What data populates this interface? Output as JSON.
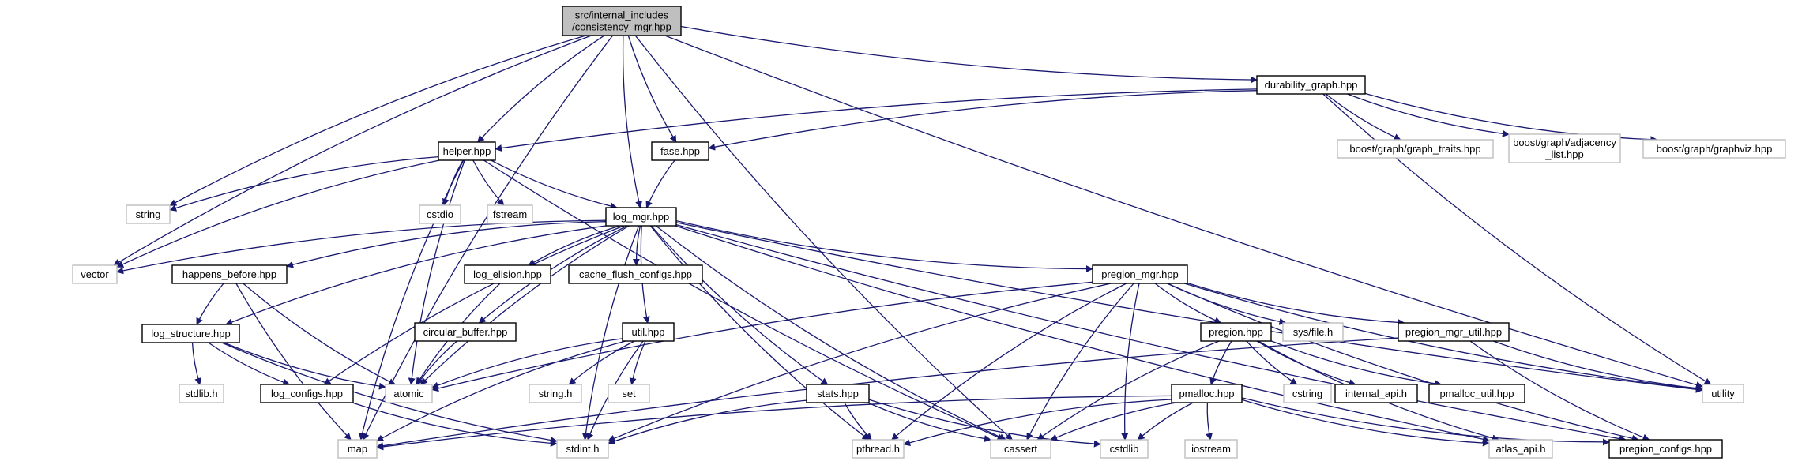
{
  "colors": {
    "edge": "#191970",
    "root_fill": "#bfbfbf",
    "root_border": "#000000",
    "doc_fill": "#ffffff",
    "doc_border": "#000000",
    "ext_fill": "#ffffff",
    "ext_border": "#bfbfbf",
    "ext_text": "#404040"
  },
  "nodes": {
    "root": {
      "lines": [
        "src/internal_includes",
        "/consistency_mgr.hpp"
      ],
      "kind": "root"
    },
    "durability_graph": {
      "lines": [
        "durability_graph.hpp"
      ],
      "kind": "doc"
    },
    "helper": {
      "lines": [
        "helper.hpp"
      ],
      "kind": "doc"
    },
    "fase": {
      "lines": [
        "fase.hpp"
      ],
      "kind": "doc"
    },
    "log_mgr": {
      "lines": [
        "log_mgr.hpp"
      ],
      "kind": "doc"
    },
    "graph_traits": {
      "lines": [
        "boost/graph/graph_traits.hpp"
      ],
      "kind": "ext"
    },
    "adjacency_list": {
      "lines": [
        "boost/graph/adjacency",
        "_list.hpp"
      ],
      "kind": "ext"
    },
    "graphviz": {
      "lines": [
        "boost/graph/graphviz.hpp"
      ],
      "kind": "ext"
    },
    "string": {
      "lines": [
        "string"
      ],
      "kind": "ext"
    },
    "cstdio": {
      "lines": [
        "cstdio"
      ],
      "kind": "ext"
    },
    "fstream": {
      "lines": [
        "fstream"
      ],
      "kind": "ext"
    },
    "vector": {
      "lines": [
        "vector"
      ],
      "kind": "ext"
    },
    "happens_before": {
      "lines": [
        "happens_before.hpp"
      ],
      "kind": "doc"
    },
    "log_elision": {
      "lines": [
        "log_elision.hpp"
      ],
      "kind": "doc"
    },
    "cache_flush_configs": {
      "lines": [
        "cache_flush_configs.hpp"
      ],
      "kind": "doc"
    },
    "pregion_mgr": {
      "lines": [
        "pregion_mgr.hpp"
      ],
      "kind": "doc"
    },
    "log_structure": {
      "lines": [
        "log_structure.hpp"
      ],
      "kind": "doc"
    },
    "circular_buffer": {
      "lines": [
        "circular_buffer.hpp"
      ],
      "kind": "doc"
    },
    "util": {
      "lines": [
        "util.hpp"
      ],
      "kind": "doc"
    },
    "pregion": {
      "lines": [
        "pregion.hpp"
      ],
      "kind": "doc"
    },
    "sys_file": {
      "lines": [
        "sys/file.h"
      ],
      "kind": "ext"
    },
    "pregion_mgr_util": {
      "lines": [
        "pregion_mgr_util.hpp"
      ],
      "kind": "doc"
    },
    "utility": {
      "lines": [
        "utility"
      ],
      "kind": "ext"
    },
    "stdlib": {
      "lines": [
        "stdlib.h"
      ],
      "kind": "ext"
    },
    "log_configs": {
      "lines": [
        "log_configs.hpp"
      ],
      "kind": "doc"
    },
    "atomic": {
      "lines": [
        "atomic"
      ],
      "kind": "ext"
    },
    "string_h": {
      "lines": [
        "string.h"
      ],
      "kind": "ext"
    },
    "set": {
      "lines": [
        "set"
      ],
      "kind": "ext"
    },
    "stats": {
      "lines": [
        "stats.hpp"
      ],
      "kind": "doc"
    },
    "cstring": {
      "lines": [
        "cstring"
      ],
      "kind": "ext"
    },
    "internal_api": {
      "lines": [
        "internal_api.h"
      ],
      "kind": "doc"
    },
    "pmalloc_util": {
      "lines": [
        "pmalloc_util.hpp"
      ],
      "kind": "doc"
    },
    "pmalloc": {
      "lines": [
        "pmalloc.hpp"
      ],
      "kind": "doc"
    },
    "map": {
      "lines": [
        "map"
      ],
      "kind": "ext"
    },
    "stdint": {
      "lines": [
        "stdint.h"
      ],
      "kind": "ext"
    },
    "pthread": {
      "lines": [
        "pthread.h"
      ],
      "kind": "ext"
    },
    "cassert": {
      "lines": [
        "cassert"
      ],
      "kind": "ext"
    },
    "cstdlib": {
      "lines": [
        "cstdlib"
      ],
      "kind": "ext"
    },
    "iostream": {
      "lines": [
        "iostream"
      ],
      "kind": "ext"
    },
    "atlas_api": {
      "lines": [
        "atlas_api.h"
      ],
      "kind": "ext"
    },
    "pregion_configs": {
      "lines": [
        "pregion_configs.hpp"
      ],
      "kind": "doc"
    }
  },
  "edges": [
    [
      "root",
      "durability_graph"
    ],
    [
      "root",
      "helper"
    ],
    [
      "root",
      "fase"
    ],
    [
      "root",
      "log_mgr"
    ],
    [
      "root",
      "string"
    ],
    [
      "root",
      "vector"
    ],
    [
      "root",
      "map"
    ],
    [
      "root",
      "cassert"
    ],
    [
      "root",
      "utility"
    ],
    [
      "durability_graph",
      "helper"
    ],
    [
      "durability_graph",
      "fase"
    ],
    [
      "durability_graph",
      "graph_traits"
    ],
    [
      "durability_graph",
      "adjacency_list"
    ],
    [
      "durability_graph",
      "graphviz"
    ],
    [
      "durability_graph",
      "utility"
    ],
    [
      "helper",
      "log_mgr"
    ],
    [
      "helper",
      "string"
    ],
    [
      "helper",
      "cstdio"
    ],
    [
      "helper",
      "fstream"
    ],
    [
      "helper",
      "vector"
    ],
    [
      "helper",
      "atomic"
    ],
    [
      "helper",
      "map"
    ],
    [
      "helper",
      "cassert"
    ],
    [
      "fase",
      "log_mgr"
    ],
    [
      "log_mgr",
      "vector"
    ],
    [
      "log_mgr",
      "happens_before"
    ],
    [
      "log_mgr",
      "log_elision"
    ],
    [
      "log_mgr",
      "cache_flush_configs"
    ],
    [
      "log_mgr",
      "pregion_mgr"
    ],
    [
      "log_mgr",
      "log_structure"
    ],
    [
      "log_mgr",
      "circular_buffer"
    ],
    [
      "log_mgr",
      "util"
    ],
    [
      "log_mgr",
      "stats"
    ],
    [
      "log_mgr",
      "log_configs"
    ],
    [
      "log_mgr",
      "atomic"
    ],
    [
      "log_mgr",
      "stdint"
    ],
    [
      "log_mgr",
      "pthread"
    ],
    [
      "log_mgr",
      "cassert"
    ],
    [
      "log_mgr",
      "atlas_api"
    ],
    [
      "log_mgr",
      "pregion_configs"
    ],
    [
      "log_mgr",
      "utility"
    ],
    [
      "happens_before",
      "log_structure"
    ],
    [
      "happens_before",
      "atomic"
    ],
    [
      "happens_before",
      "map"
    ],
    [
      "log_elision",
      "atomic"
    ],
    [
      "circular_buffer",
      "atomic"
    ],
    [
      "log_structure",
      "stdlib"
    ],
    [
      "log_structure",
      "log_configs"
    ],
    [
      "log_structure",
      "atomic"
    ],
    [
      "log_structure",
      "stdint"
    ],
    [
      "log_configs",
      "stdint"
    ],
    [
      "util",
      "atomic"
    ],
    [
      "util",
      "string_h"
    ],
    [
      "util",
      "set"
    ],
    [
      "util",
      "map"
    ],
    [
      "util",
      "stdint"
    ],
    [
      "pregion_mgr",
      "atomic"
    ],
    [
      "pregion_mgr",
      "pregion"
    ],
    [
      "pregion_mgr",
      "sys_file"
    ],
    [
      "pregion_mgr",
      "pregion_mgr_util"
    ],
    [
      "pregion_mgr",
      "utility"
    ],
    [
      "pregion_mgr",
      "pregion_configs"
    ],
    [
      "pregion_mgr",
      "stdint"
    ],
    [
      "pregion_mgr",
      "pthread"
    ],
    [
      "pregion_mgr",
      "cassert"
    ],
    [
      "pregion_mgr",
      "cstdlib"
    ],
    [
      "pregion",
      "cstring"
    ],
    [
      "pregion",
      "internal_api"
    ],
    [
      "pregion",
      "pmalloc_util"
    ],
    [
      "pregion",
      "pmalloc"
    ],
    [
      "pregion",
      "cassert"
    ],
    [
      "pregion",
      "atlas_api"
    ],
    [
      "pregion_mgr_util",
      "map"
    ],
    [
      "pregion_mgr_util",
      "utility"
    ],
    [
      "pregion_mgr_util",
      "pregion_configs"
    ],
    [
      "pmalloc",
      "map"
    ],
    [
      "pmalloc",
      "pthread"
    ],
    [
      "pmalloc",
      "cassert"
    ],
    [
      "pmalloc",
      "cstdlib"
    ],
    [
      "pmalloc",
      "iostream"
    ],
    [
      "pmalloc",
      "atlas_api"
    ],
    [
      "pmalloc",
      "pregion_configs"
    ],
    [
      "stats",
      "stdint"
    ],
    [
      "stats",
      "pthread"
    ],
    [
      "stats",
      "cassert"
    ],
    [
      "stats",
      "cstdlib"
    ]
  ]
}
